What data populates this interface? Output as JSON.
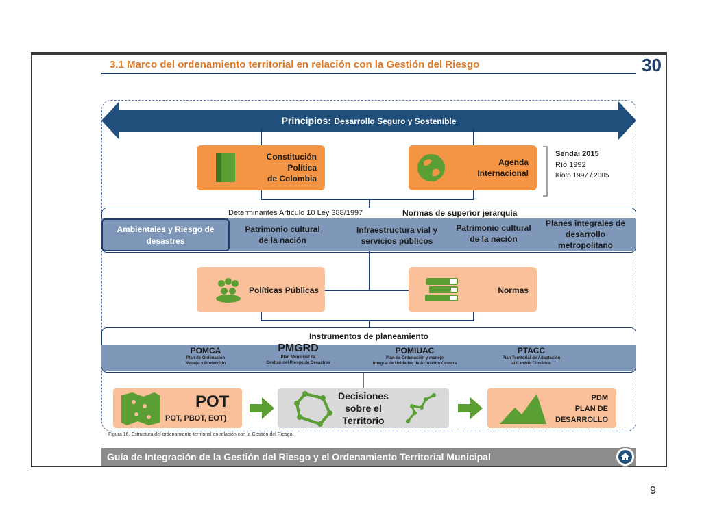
{
  "header": {
    "section_title": "3.1  Marco del ordenamiento territorial en relación con la Gestión del Riesgo",
    "page_number_top": "30"
  },
  "principios": {
    "label": "Principios:",
    "text": "Desarrollo Seguro y Sostenible"
  },
  "top_boxes": {
    "constitucion": [
      "Constitución",
      "Política",
      "de Colombia"
    ],
    "agenda": [
      "Agenda",
      "Internacional"
    ],
    "agenda_list": {
      "sendai": "Sendai 2015",
      "rio": "Río 1992",
      "kioto": "Kioto 1997 / 2005"
    }
  },
  "determinantes": {
    "label": "Determinantes  Artículo 10 Ley 388/1997",
    "normas_label": "Normas de superior jerarquía",
    "items": [
      "Ambientales y Riesgo de desastres",
      "Patrimonio cultural de la nación",
      "Infraestructura vial y servicios públicos",
      "Patrimonio cultural de la nación",
      "Planes integrales de desarrollo metropolitano"
    ]
  },
  "middle_boxes": {
    "politicas": "Políticas Públicas",
    "normas": "Normas"
  },
  "instrumentos": {
    "label": "Instrumentos de planeamiento",
    "items": [
      {
        "name": "POMCA",
        "desc1": "Plan de Ordenación",
        "desc2": "Manejo y Protección"
      },
      {
        "name": "PMGRD",
        "desc1": "Plan Municipal de",
        "desc2": "Gestión del Riesgo de Desastres"
      },
      {
        "name": "POMIUAC",
        "desc1": "Plan de Ordenación y manejo",
        "desc2": "Integral de Unidades de Actuación Costera"
      },
      {
        "name": "PTACC",
        "desc1": "Plan Territorial de  Adaptación",
        "desc2": "al Cambio Climático"
      }
    ]
  },
  "bottom": {
    "pot_title": "POT",
    "pot_sub": "POT, PBOT, EOT)",
    "decisiones": [
      "Decisiones",
      "sobre el",
      "Territorio"
    ],
    "pdm": [
      "PDM",
      "PLAN DE",
      "DESARROLLO"
    ]
  },
  "caption": "Figura 16. Estructura del ordenamiento territorial  en relación con la Gestión del Riesgo.",
  "footer": "Guía de Integración de la Gestión del Riesgo y el Ordenamiento Territorial Municipal",
  "slide_number": "9",
  "colors": {
    "orange": "#f39544",
    "light_orange": "#f9c09a",
    "navy": "#1f3d6b",
    "blue_bar": "#7f97b9",
    "green": "#5a9e34"
  }
}
